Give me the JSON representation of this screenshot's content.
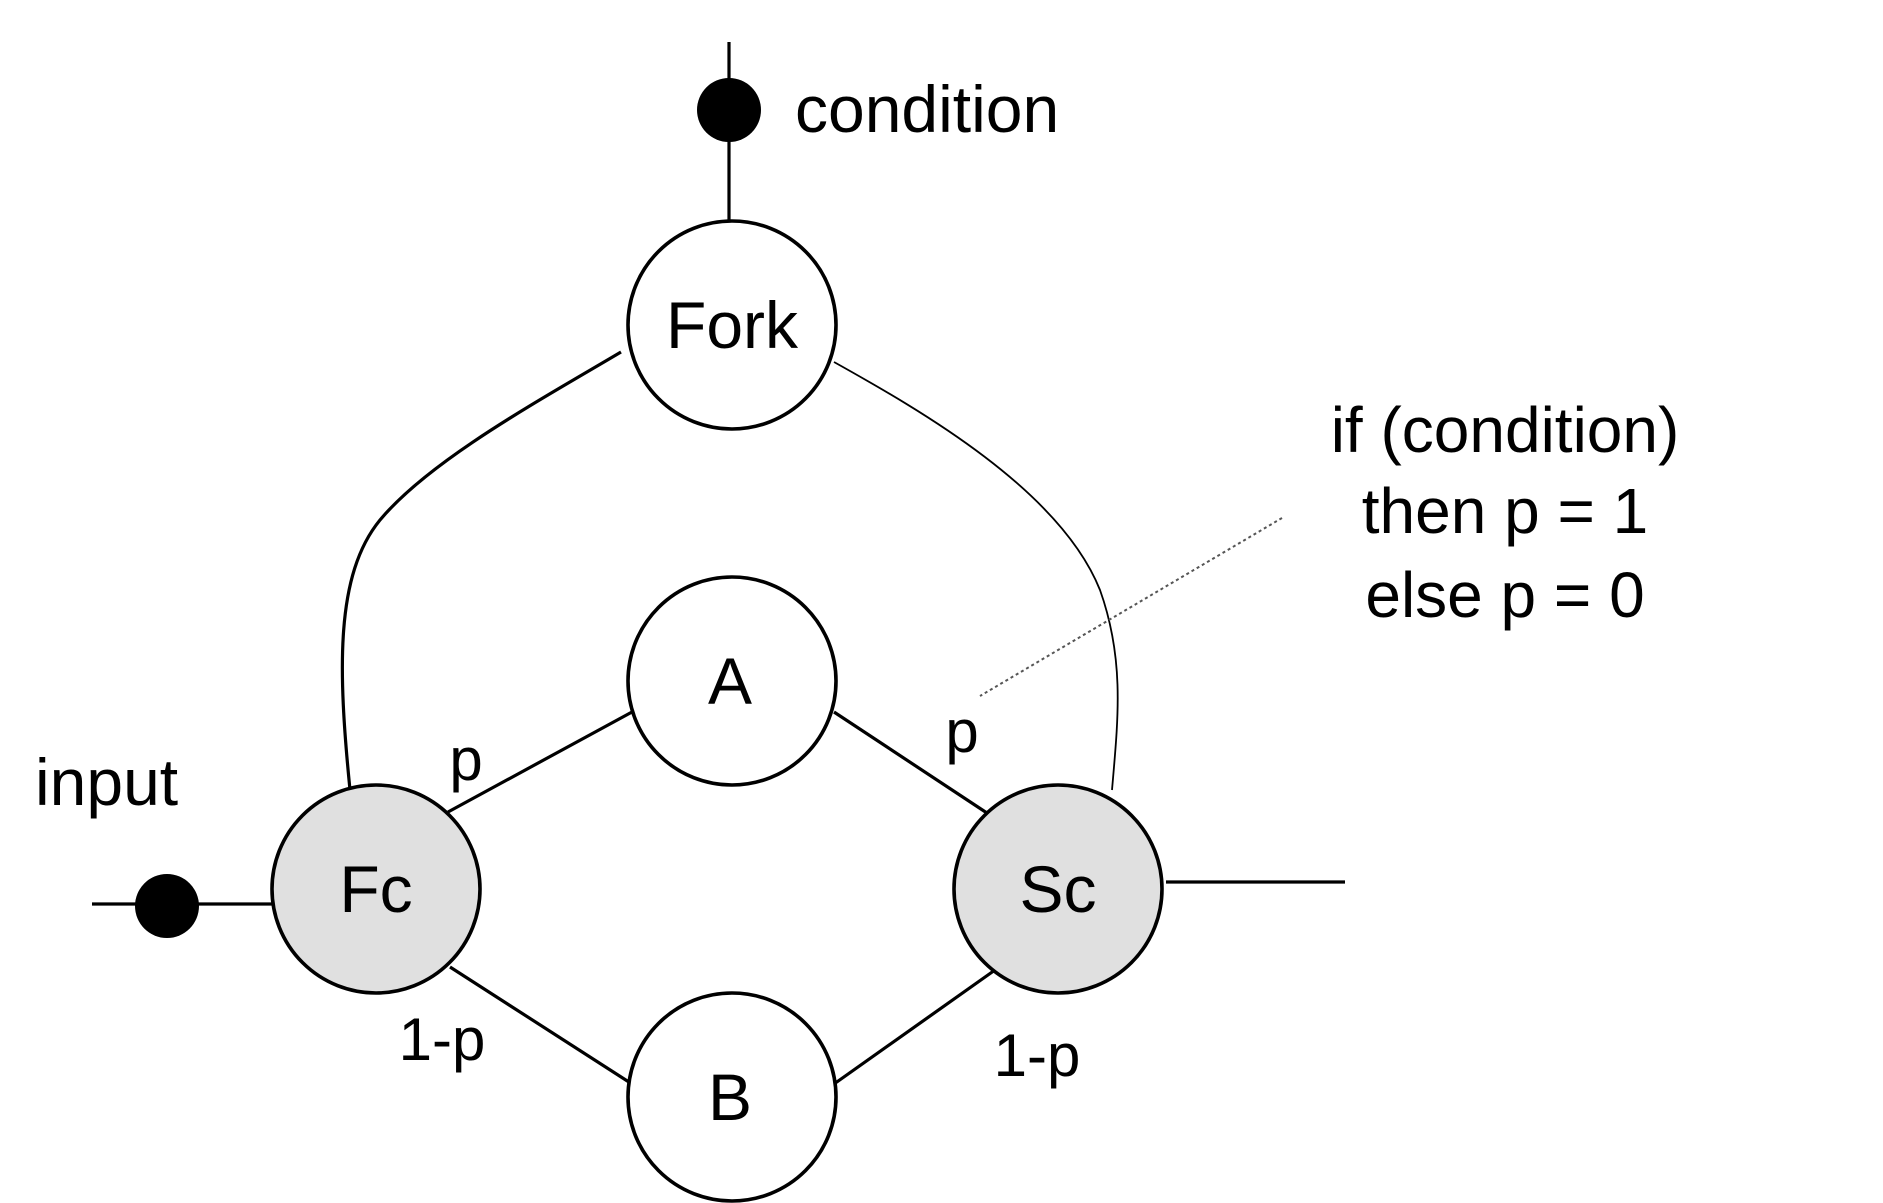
{
  "nodes": {
    "fork": {
      "label": "Fork"
    },
    "a": {
      "label": "A"
    },
    "b": {
      "label": "B"
    },
    "fc": {
      "label": "Fc"
    },
    "sc": {
      "label": "Sc"
    }
  },
  "ports": {
    "condition": {
      "label": "condition"
    },
    "input": {
      "label": "input"
    }
  },
  "edge_labels": {
    "fc_a": "p",
    "fc_b": "1-p",
    "a_sc": "p",
    "b_sc": "1-p"
  },
  "annotation": {
    "lines": [
      "if (condition)",
      "then p = 1",
      "else p = 0"
    ]
  },
  "colors": {
    "plain_node_fill": "#ffffff",
    "controller_node_fill": "#e0e0e0",
    "stroke": "#000000"
  }
}
